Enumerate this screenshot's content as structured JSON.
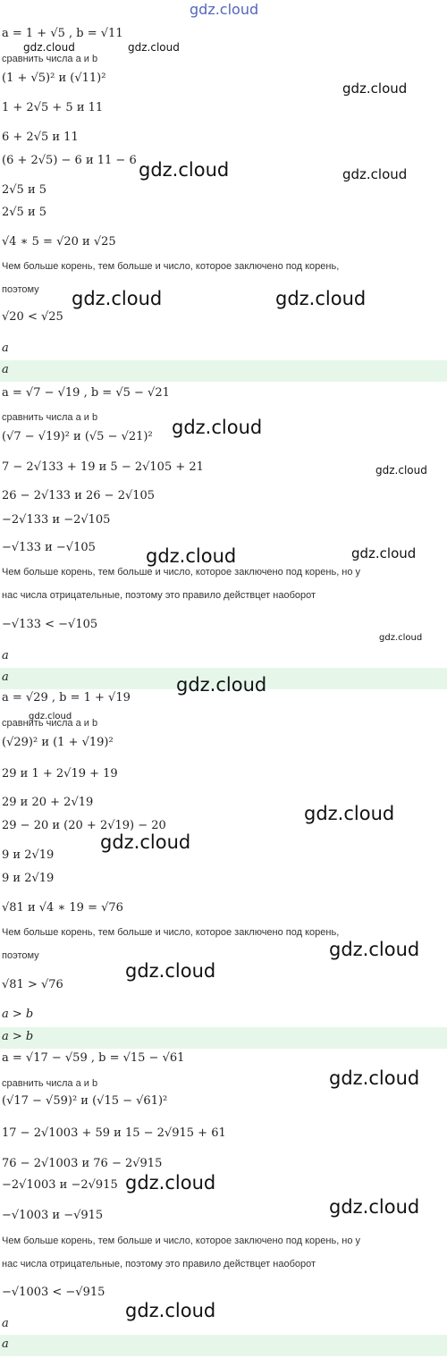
{
  "header": {
    "logo": "gdz.cloud"
  },
  "watermark": "gdz.cloud",
  "lines": [
    "a = 1 + √5 , b = √11",
    "сравнить числа a и b",
    "(1 + √5)² и (√11)²",
    "1 + 2√5 + 5 и 11",
    "6 + 2√5 и 11",
    "(6 + 2√5) − 6 и 11 − 6",
    "2√5 и 5",
    "2√5 и 5",
    "√4 ∗ 5 = √20 и √25",
    "Чем больше корень, тем больше и число, которое заключено под корень,",
    "поэтому",
    "√20 < √25",
    "a",
    "a = √7 − √19 , b = √5 − √21",
    "сравнить числа a и b",
    "(√7 − √19)² и (√5 − √21)²",
    "7 − 2√133 + 19 и 5 − 2√105 + 21",
    "26 − 2√133 и 26 − 2√105",
    "−2√133 и −2√105",
    "−√133 и −√105",
    "Чем больше корень, тем больше и число, которое заключено под корень, но у",
    "нас числа отрицательные, поэтому это правило действцет наоборот",
    "−√133 < −√105",
    "a",
    "a = √29 , b = 1 + √19",
    "сравнить числа a и b",
    "(√29)² и (1 + √19)²",
    "29 и 1 + 2√19 + 19",
    "29 и 20 + 2√19",
    "29 − 20 и (20 + 2√19) − 20",
    "9 и 2√19",
    "9 и 2√19",
    "√81 и √4 ∗ 19 = √76",
    "Чем больше корень, тем больше и число, которое заключено под корень,",
    "поэтому",
    "√81 > √76",
    "a > b",
    "a = √17 − √59 , b = √15 − √61",
    "сравнить числа a и b",
    "(√17 − √59)² и (√15 − √61)²",
    "17 − 2√1003 + 59 и 15 − 2√915 + 61",
    "76 − 2√1003 и 76 − 2√915",
    "−2√1003 и −2√915",
    "−√1003 и −√915",
    "Чем больше корень, тем больше и число, которое заключено под корень, но у",
    "нас числа отрицательные, поэтому это правило действцет наоборот",
    "−√1003 < −√915",
    "a"
  ],
  "answers": [
    "a",
    "a",
    "a > b",
    "a"
  ]
}
